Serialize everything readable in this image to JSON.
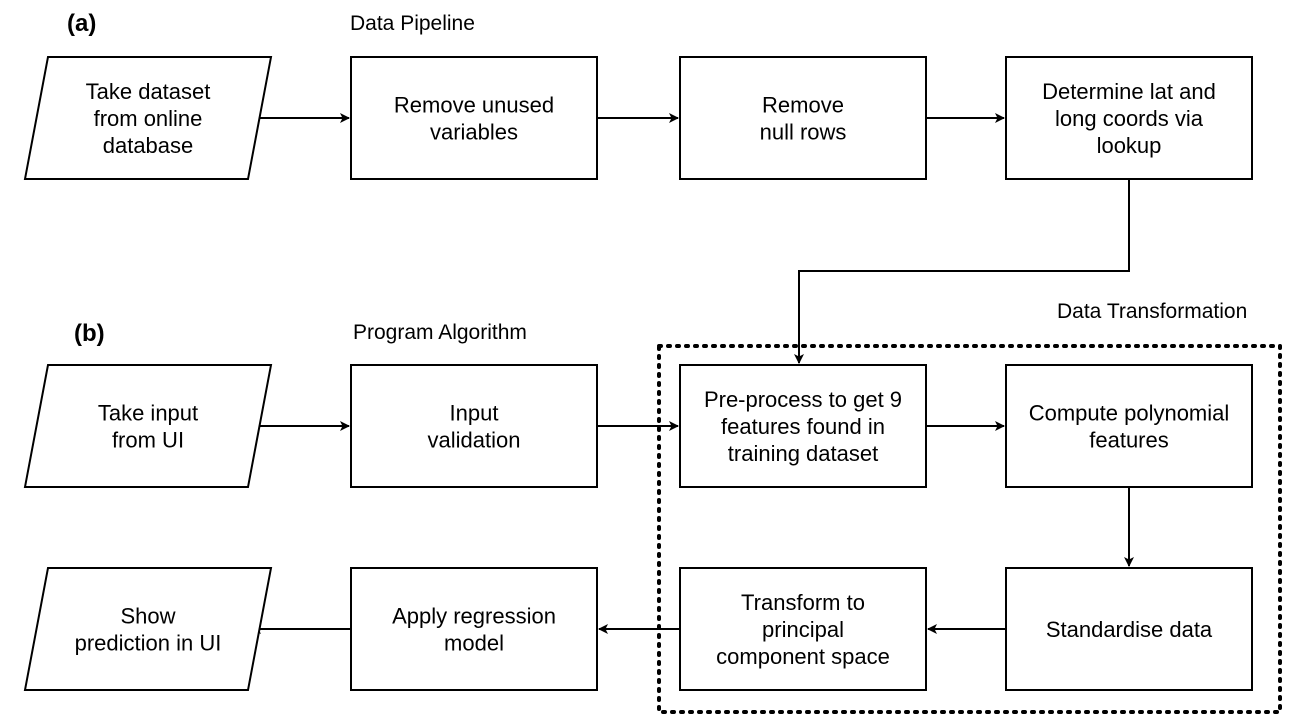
{
  "labels": {
    "panel_a": "(a)",
    "panel_b": "(b)",
    "data_pipeline": "Data Pipeline",
    "program_algorithm": "Program Algorithm",
    "data_transformation": "Data Transformation"
  },
  "nodes": {
    "take_dataset": {
      "shape": "parallelogram",
      "lines": [
        "Take dataset",
        "from online",
        "database"
      ]
    },
    "remove_unused": {
      "shape": "rectangle",
      "lines": [
        "Remove unused",
        "variables"
      ]
    },
    "remove_null": {
      "shape": "rectangle",
      "lines": [
        "Remove",
        "null rows"
      ]
    },
    "determine_coords": {
      "shape": "rectangle",
      "lines": [
        "Determine lat and",
        "long coords via",
        "lookup"
      ]
    },
    "take_input": {
      "shape": "parallelogram",
      "lines": [
        "Take input",
        "from UI"
      ]
    },
    "input_validation": {
      "shape": "rectangle",
      "lines": [
        "Input",
        "validation"
      ]
    },
    "preprocess": {
      "shape": "rectangle",
      "lines": [
        "Pre-process to get 9",
        "features found in",
        "training dataset"
      ]
    },
    "compute_poly": {
      "shape": "rectangle",
      "lines": [
        "Compute polynomial",
        "features"
      ]
    },
    "standardise": {
      "shape": "rectangle",
      "lines": [
        "Standardise data"
      ]
    },
    "transform_pca": {
      "shape": "rectangle",
      "lines": [
        "Transform to",
        "principal",
        "component space"
      ]
    },
    "apply_regression": {
      "shape": "rectangle",
      "lines": [
        "Apply regression",
        "model"
      ]
    },
    "show_prediction": {
      "shape": "parallelogram",
      "lines": [
        "Show",
        "prediction in UI"
      ]
    }
  },
  "edges": [
    {
      "from": "take_dataset",
      "to": "remove_unused"
    },
    {
      "from": "remove_unused",
      "to": "remove_null"
    },
    {
      "from": "remove_null",
      "to": "determine_coords"
    },
    {
      "from": "determine_coords",
      "to": "preprocess"
    },
    {
      "from": "take_input",
      "to": "input_validation"
    },
    {
      "from": "input_validation",
      "to": "preprocess"
    },
    {
      "from": "preprocess",
      "to": "compute_poly"
    },
    {
      "from": "compute_poly",
      "to": "standardise"
    },
    {
      "from": "standardise",
      "to": "transform_pca"
    },
    {
      "from": "transform_pca",
      "to": "apply_regression"
    },
    {
      "from": "apply_regression",
      "to": "show_prediction"
    }
  ],
  "groups": [
    {
      "label_key": "data_transformation",
      "members": [
        "preprocess",
        "compute_poly",
        "standardise",
        "transform_pca"
      ]
    }
  ]
}
